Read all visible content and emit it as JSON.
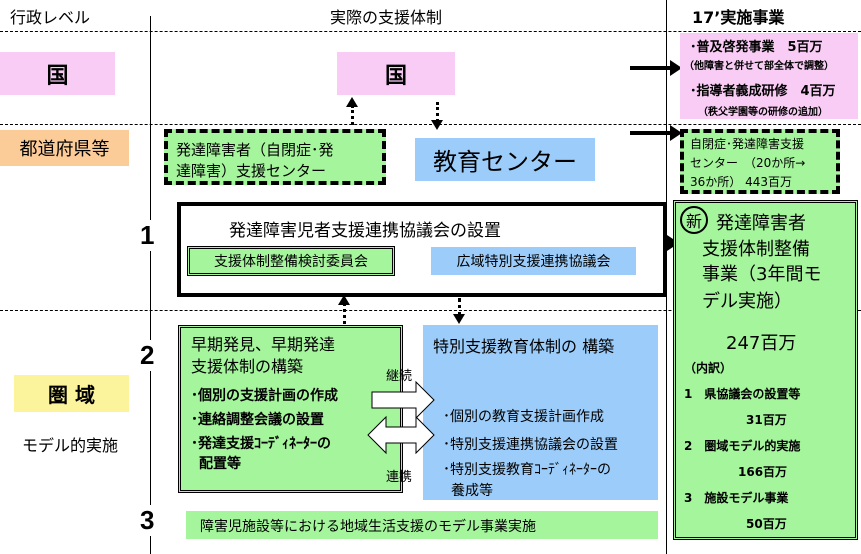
{
  "headers": {
    "admin_level": "行政レベル",
    "actual_system": "実際の支援体制",
    "fy17_projects": "17’実施事業"
  },
  "levels": {
    "national": "国",
    "prefecture": "都道府県等",
    "region": "圏 域",
    "region_note": "モデル的実施"
  },
  "actual": {
    "national_box": "国",
    "support_center": [
      "発達障害者（自閉症･発",
      "達障害）支援センター"
    ],
    "education_center": "教育センター",
    "step_numbers": [
      "1",
      "2",
      "3"
    ],
    "council": {
      "title": "発達障害児者支援連携協議会の設置",
      "sub_green": "支援体制整備検討委員会",
      "sub_blue": "広域特別支援連携協議会"
    },
    "early": {
      "title": [
        "早期発見、早期発達",
        "支援体制の構築"
      ],
      "items": [
        "･個別の支援計画の作成",
        "･連絡調整会議の設置",
        "･発達支援ｺｰﾃﾞｨﾈｰﾀｰの",
        "配置等"
      ]
    },
    "arrow_labels": {
      "continue": "継続",
      "cooperate": "連携"
    },
    "special": {
      "title": "特別支援教育体制の 構築",
      "items": [
        "･個別の教育支援計画作成",
        "･特別支援連携協議会の設置",
        "･特別支援教育ｺｰﾃﾞｨﾈｰﾀｰの",
        "養成等"
      ]
    },
    "facility_model": "障害児施設等における地域生活支援のモデル事業実施"
  },
  "projects": {
    "national": {
      "item1": "･普及啓発事業　5百万",
      "item1_note": "（他障害と併せて部全体で調整）",
      "item2": "･指導者義成研修　4百万",
      "item2_note": "（秩父学園等の研修の追加）"
    },
    "center": [
      "自閉症･発達障害支援",
      "センター　（20か所→",
      "36か所）  443百万"
    ],
    "new_project": {
      "new_mark": "新",
      "title": [
        "発達障害者",
        "支援体制整備",
        "事業（3年間モ",
        "デル実施）"
      ],
      "total": "247百万",
      "breakdown_label": "（内訳）",
      "items": [
        {
          "label": "1　県協議会の設置等",
          "amount": "31百万"
        },
        {
          "label": "2　圏域モデル的実施",
          "amount": "166百万"
        },
        {
          "label": "3　施設モデル事業",
          "amount": "50百万"
        }
      ]
    }
  },
  "colors": {
    "pink": "#f9ccf5",
    "peach": "#fbcb98",
    "green": "#a4f59c",
    "blue": "#9ccdfa",
    "yellow": "#fcf49c"
  }
}
